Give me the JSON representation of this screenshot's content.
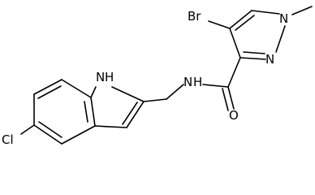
{
  "molecule": {
    "atoms": {
      "br": "Br",
      "n1": "N",
      "n2": "N",
      "n_amide": "N",
      "h_amide": "H",
      "o": "O",
      "cl": "Cl",
      "h_indole": "H",
      "n_indole": "N"
    }
  }
}
